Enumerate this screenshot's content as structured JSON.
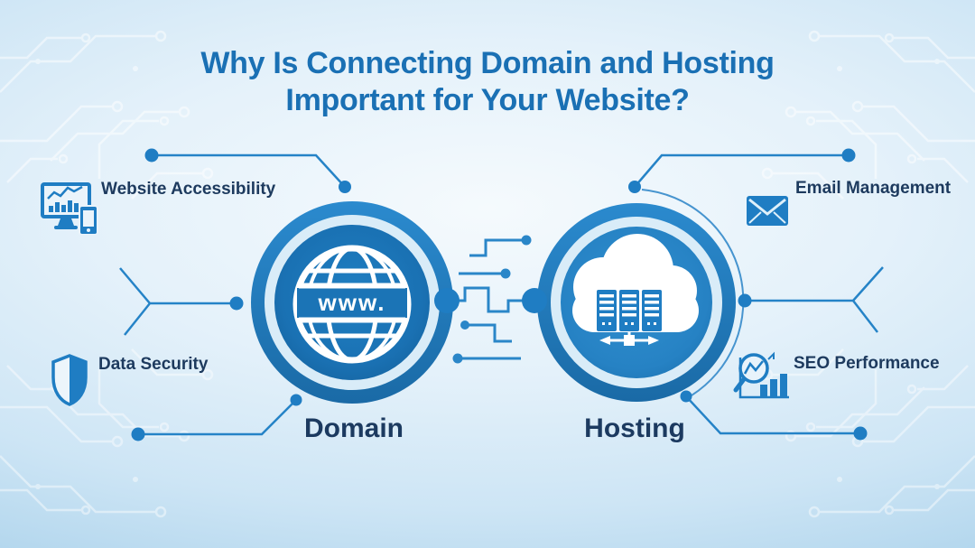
{
  "title": {
    "line1": "Why Is Connecting Domain and Hosting",
    "line2": "Important for Your Website?"
  },
  "nodes": {
    "domain": {
      "label": "Domain",
      "icon": "globe-www-icon",
      "icon_text": "www."
    },
    "hosting": {
      "label": "Hosting",
      "icon": "cloud-server-icon"
    }
  },
  "features": {
    "website_accessibility": {
      "label": "Website Accessibility",
      "icon": "monitor-analytics-icon",
      "position": "top-left"
    },
    "email_management": {
      "label": "Email Management",
      "icon": "envelope-icon",
      "position": "top-right"
    },
    "data_security": {
      "label": "Data Security",
      "icon": "shield-icon",
      "position": "bottom-left"
    },
    "seo_performance": {
      "label": "SEO Performance",
      "icon": "magnifier-bar-chart-icon",
      "position": "bottom-right"
    }
  },
  "colors": {
    "title_blue": "#1a70b4",
    "label_navy": "#1d3a5e",
    "accent_blue": "#1f7dc3",
    "ring_blue": "#2282c5",
    "ring_gap_light": "#d9ecf8",
    "domain_inner": "#15639f",
    "hosting_inner": "#2b86c8",
    "background_light": "#e4f1fa",
    "background_edge": "#8fc2e4"
  }
}
